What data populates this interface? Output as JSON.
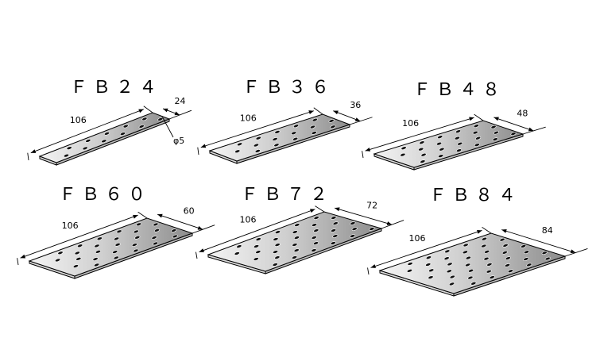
{
  "plates": [
    {
      "id": "fb24",
      "title": "ＦＢ２４",
      "length_label": "106",
      "width_label": "24",
      "hole_label": "φ5"
    },
    {
      "id": "fb36",
      "title": "ＦＢ３６",
      "length_label": "106",
      "width_label": "36"
    },
    {
      "id": "fb48",
      "title": "ＦＢ４８",
      "length_label": "106",
      "width_label": "48"
    },
    {
      "id": "fb60",
      "title": "ＦＢ６０",
      "length_label": "106",
      "width_label": "60"
    },
    {
      "id": "fb72",
      "title": "ＦＢ７２",
      "length_label": "106",
      "width_label": "72"
    },
    {
      "id": "fb84",
      "title": "ＦＢ８４",
      "length_label": "106",
      "width_label": "84"
    }
  ],
  "colors": {
    "plate_light": "#f2f2f2",
    "plate_dark": "#8f8f8f",
    "edge": "#000000",
    "hole": "#111111"
  }
}
